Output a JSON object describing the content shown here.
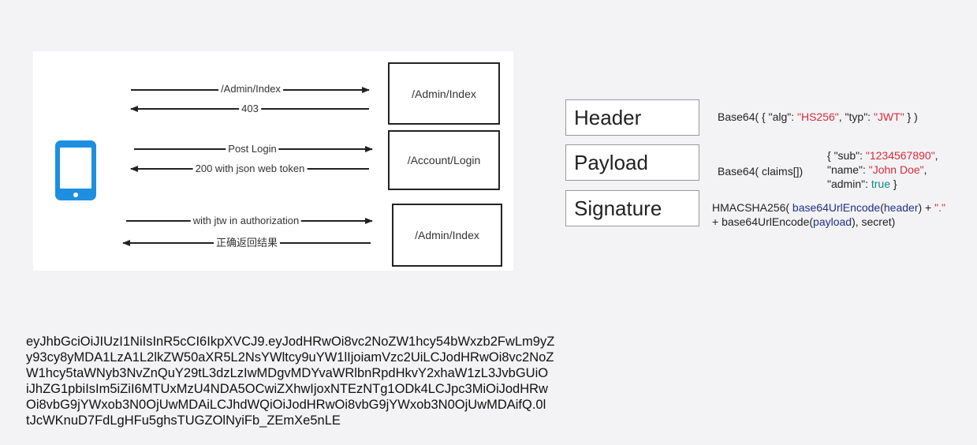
{
  "flow": {
    "servers": [
      "/Admin/Index",
      "/Account/Login",
      "/Admin/Index"
    ],
    "arrows": [
      {
        "label": "/Admin/Index",
        "direction": "right"
      },
      {
        "label": "403",
        "direction": "left"
      },
      {
        "label": "Post Login",
        "direction": "right"
      },
      {
        "label": "200 with json web token",
        "direction": "left"
      },
      {
        "label": "with jtw in authorization",
        "direction": "right"
      },
      {
        "label": "正确返回结果",
        "direction": "left"
      }
    ]
  },
  "jwt_parts": {
    "header": {
      "label": "Header",
      "prefix": "Base64( { \"alg\": ",
      "alg": "\"HS256\"",
      "mid": ", \"typ\": ",
      "typ": "\"JWT\"",
      "suffix": " } )"
    },
    "payload": {
      "label": "Payload",
      "func": "Base64( claims[])",
      "sub_key": "{ \"sub\": ",
      "sub_val": "\"1234567890\"",
      "sub_end": ",",
      "name_key": "\"name\": ",
      "name_val": "\"John Doe\"",
      "name_end": ",",
      "admin_key": "\"admin\": ",
      "admin_val": "true",
      "admin_end": " }"
    },
    "signature": {
      "label": "Signature",
      "line1_a": "HMACSHA256( ",
      "line1_b": "base64UrlEncode",
      "line1_c": "(",
      "line1_d": "header",
      "line1_e": ") + ",
      "line1_f": "\".\"",
      "line2_a": "+ base64UrlEncode(",
      "line2_b": "payload",
      "line2_c": "), secret)"
    }
  },
  "token_lines": [
    "eyJhbGciOiJIUzI1NiIsInR5cCI6IkpXVCJ9.eyJodHRwOi8vc2NoZW1hcy54bWxzb2FwLm9yZ",
    "y93cy8yMDA1LzA1L2lkZW50aXR5L2NsYWltcy9uYW1lIjoiamVzc2UiLCJodHRwOi8vc2NoZ",
    "W1hcy5taWNyb3NvZnQuY29tL3dzLzIwMDgvMDYvaWRlbnRpdHkvY2xhaW1zL3JvbGUiO",
    "iJhZG1pbiIsIm5iZiI6MTUxMzU4NDA5OCwiZXhwIjoxNTEzNTg1ODk4LCJpc3MiOiJodHRw",
    "Oi8vbG9jYWxob3N0OjUwMDAiLCJhdWQiOiJodHRwOi8vbG9jYWxob3N0OjUwMDAifQ.0l",
    "tJcWKnuD7FdLgHFu5ghsTUGZOlNyiFb_ZEmXe5nLE"
  ]
}
